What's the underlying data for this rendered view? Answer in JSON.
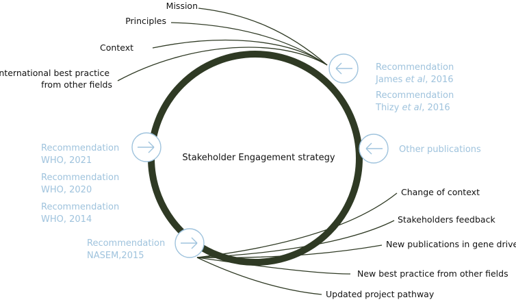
{
  "center_label": "Stakeholder Engagement strategy",
  "inputs_dark": [
    {
      "text": "Mission"
    },
    {
      "text": "Principles"
    },
    {
      "text": "Context"
    },
    {
      "lines": [
        "International best practice",
        "from other fields"
      ]
    }
  ],
  "outputs_dark": [
    {
      "text": "Change  of context"
    },
    {
      "text": "Stakeholders feedback"
    },
    {
      "text": "New publications in gene drive"
    },
    {
      "text": "New best practice from other fields"
    },
    {
      "text": "Updated project pathway"
    }
  ],
  "inputs_blue_right": [
    {
      "line1": "Recommendation",
      "line2_pre": "James ",
      "line2_em": "et al",
      "line2_post": ", 2016"
    },
    {
      "line1": "Recommendation",
      "line2_pre": "Thizy ",
      "line2_em": "et al",
      "line2_post": ", 2016"
    },
    {
      "line1": "Other publications"
    }
  ],
  "inputs_blue_left": [
    {
      "line1": "Recommendation",
      "line2": "WHO, 2021"
    },
    {
      "line1": "Recommendation",
      "line2": "WHO, 2020"
    },
    {
      "line1": "Recommendation",
      "line2": "WHO, 2014"
    },
    {
      "line1": "Recommendation",
      "line2": "NASEM,2015"
    }
  ],
  "colors": {
    "ring": "#2f3a24",
    "dark_text": "#111111",
    "light_blue": "#9fc3dd"
  },
  "icons": [
    "arrow-circle-icon"
  ]
}
